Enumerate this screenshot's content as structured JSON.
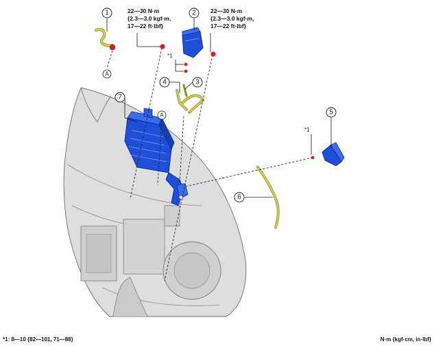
{
  "callouts": {
    "c1": "1",
    "c2": "2",
    "c3": "3",
    "c4": "4",
    "c5": "5",
    "c6": "6",
    "c7": "7"
  },
  "refs": {
    "a_top": "A",
    "a_mid": "A"
  },
  "torque_spec_left": {
    "line1": "22—30 N·m",
    "line2": "{2.3—3.0 kgf·m,",
    "line3": "17—22 ft·lbf}"
  },
  "torque_spec_right": {
    "line1": "22—30 N·m",
    "line2": "{2.3—3.0 kgf·m,",
    "line3": "17—22 ft·lbf}"
  },
  "star_marks": {
    "upper": "*1",
    "right": "*1"
  },
  "footer": {
    "footnote": "*1: 8—10 {82—101, 71—88}",
    "units": "N·m {kgf·cm, in·lbf}"
  },
  "colors": {
    "part_blue": "#1f4fd8",
    "part_blue_dark": "#0d2e99",
    "harness_yellow": "#c9c14a",
    "torque_dot": "#e01b1b",
    "body_gray": "#d9d9d9",
    "body_outline": "#6a6a6a"
  }
}
